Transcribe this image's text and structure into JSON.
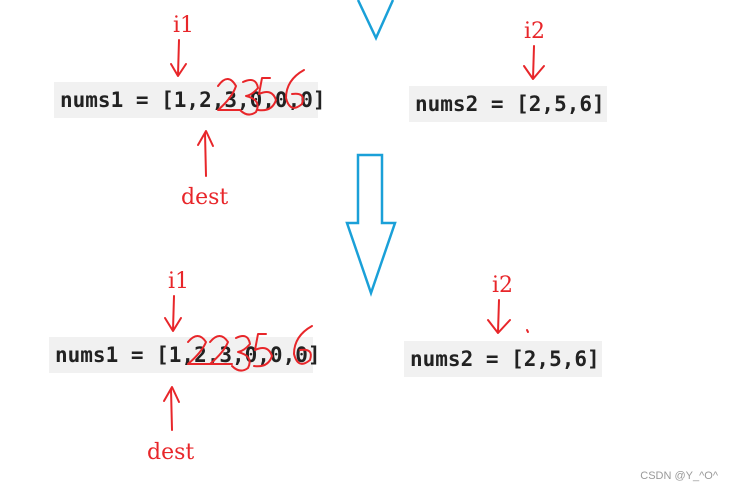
{
  "steps": [
    {
      "array1": "nums1 = [1,2,3,0,0,0]",
      "array2": "nums2 = [2,5,6]",
      "pointer1_label": "i1",
      "pointer2_label": "i2",
      "dest_label": "dest",
      "scribble_digits": [
        "2",
        "3",
        "5",
        "6"
      ]
    },
    {
      "array1": "nums1 = [1,2,3,0,0,0]",
      "array2": "nums2 = [2,5,6]",
      "pointer1_label": "i1",
      "pointer2_label": "i2",
      "dest_label": "dest",
      "scribble_digits": [
        "2",
        "2",
        "3",
        "5",
        "6"
      ]
    }
  ],
  "watermark": "CSDN @Y_^O^",
  "colors": {
    "annotation": "#e8262a",
    "flow_arrow": "#1aa0d8",
    "code_bg": "#f1f1f1",
    "code_text": "#222222"
  }
}
